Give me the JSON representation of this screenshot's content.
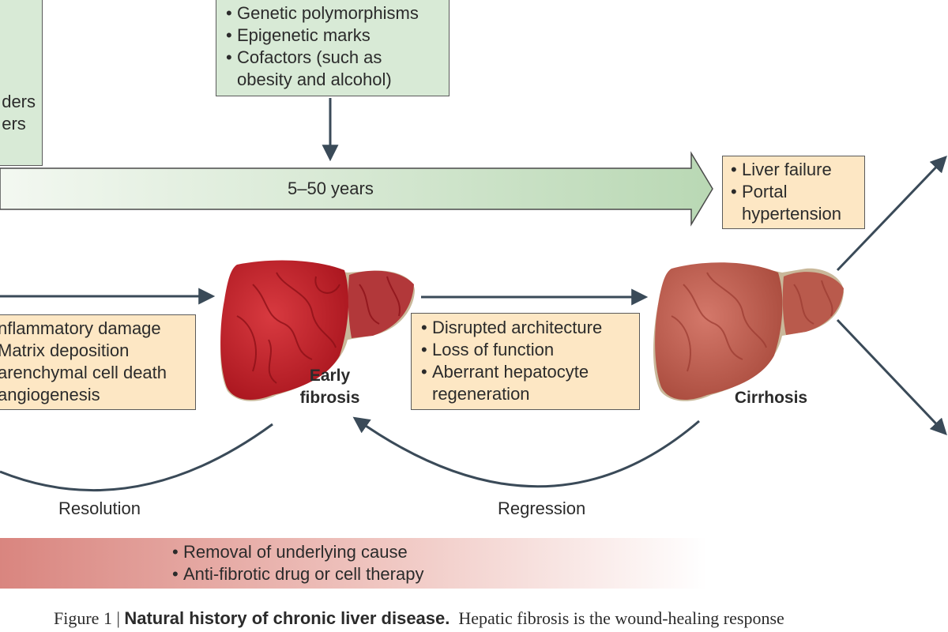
{
  "top_left_box": {
    "lines": [
      "ders",
      "ers"
    ]
  },
  "genetic_box": {
    "items": [
      "Genetic polymorphisms",
      "Epigenetic marks",
      "Cofactors (such as"
    ],
    "continuation": "obesity and alcohol)"
  },
  "timeline": {
    "label": "5–50 years"
  },
  "complications_box": {
    "items": [
      "Liver failure",
      "Portal"
    ],
    "continuation": "hypertension"
  },
  "injury_box": {
    "lines": [
      "nflammatory damage",
      "Matrix deposition",
      "arenchymal cell death",
      "angiogenesis"
    ]
  },
  "progression_box": {
    "items": [
      "Disrupted architecture",
      "Loss of function",
      "Aberrant hepatocyte"
    ],
    "continuation": "regeneration"
  },
  "stages": {
    "early": [
      "Early",
      "fibrosis"
    ],
    "cirrhosis": "Cirrhosis"
  },
  "arcs": {
    "resolution": "Resolution",
    "regression": "Regression"
  },
  "therapy_bar": {
    "items": [
      "Removal of underlying cause",
      "Anti-fibrotic drug or cell therapy"
    ]
  },
  "caption": {
    "prefix": "Figure 1 | ",
    "title": "Natural history of chronic liver disease.",
    "text": "  Hepatic fibrosis is the wound-healing response"
  },
  "colors": {
    "green_box": "#d8ead6",
    "tan_box": "#fde7c4",
    "liver_early": "#c0202a",
    "liver_cirrhosis": "#c4564a",
    "arrow": "#3a4a58"
  }
}
